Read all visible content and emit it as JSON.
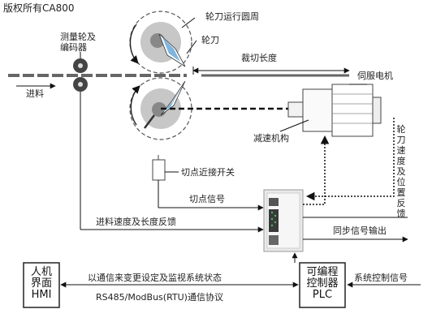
{
  "diagram": {
    "watermark": "版权所有CA800",
    "labels": {
      "blade_circle": "轮刀运行圆周",
      "blade": "轮刀",
      "measuring_wheel": "测量轮及\n编码器",
      "cut_length": "裁切长度",
      "servo_motor": "伺服电机",
      "feed": "进料",
      "reducer": "减速机构",
      "blade_feedback": "轮刀速度及位置反馈",
      "proximity_switch": "切点近接开关",
      "cut_signal": "切点信号",
      "feed_feedback": "进料速度及长度反馈",
      "sync_output": "同步信号输出",
      "hmi_box": "人机\n界面\nHMI",
      "plc_box": "可编程\n控制器\nPLC",
      "comm_desc": "以通信来变更设定及监视系统状态",
      "protocol": "RS485/ModBus(RTU)通信协议",
      "system_signal": "系统控制信号"
    }
  }
}
